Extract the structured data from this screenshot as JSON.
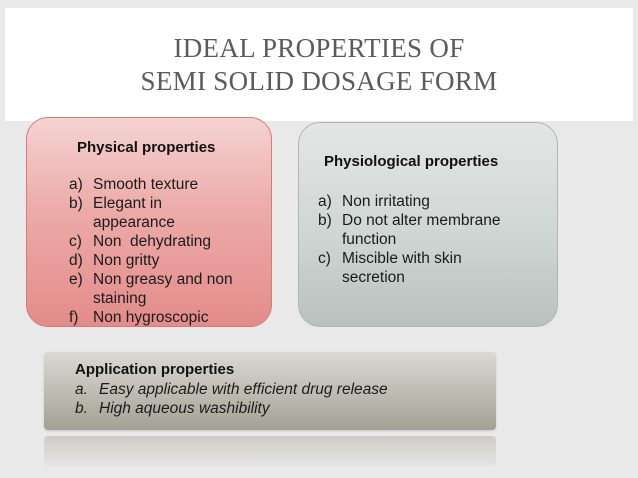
{
  "title": {
    "line1": "IDEAL PROPERTIES OF",
    "line2": "SEMI SOLID DOSAGE FORM"
  },
  "physical": {
    "heading": "Physical properties",
    "items": [
      {
        "marker": "a)",
        "text": "Smooth texture"
      },
      {
        "marker": "b)",
        "text": "Elegant in appearance"
      },
      {
        "marker": "c)",
        "text": "Non  dehydrating"
      },
      {
        "marker": "d)",
        "text": "Non gritty"
      },
      {
        "marker": "e)",
        "text": "Non greasy and non staining"
      },
      {
        "marker": "f)",
        "text": "Non hygroscopic"
      }
    ]
  },
  "physiological": {
    "heading": "Physiological  properties",
    "items": [
      {
        "marker": "a)",
        "text": "Non irritating"
      },
      {
        "marker": "b)",
        "text": "Do not alter membrane function"
      },
      {
        "marker": "c)",
        "text": "Miscible with skin secretion"
      }
    ]
  },
  "application": {
    "heading": "Application properties",
    "items": [
      {
        "marker": "a.",
        "text": "Easy applicable with efficient drug release"
      },
      {
        "marker": "b.",
        "text": "High aqueous washibility"
      }
    ]
  },
  "colors": {
    "background": "#e9e9e9",
    "title_text": "#5b5b5b",
    "physical_card": "#ecaaa8",
    "physiological_card": "#cfd6d4",
    "application_box": "#bdbbb0"
  }
}
